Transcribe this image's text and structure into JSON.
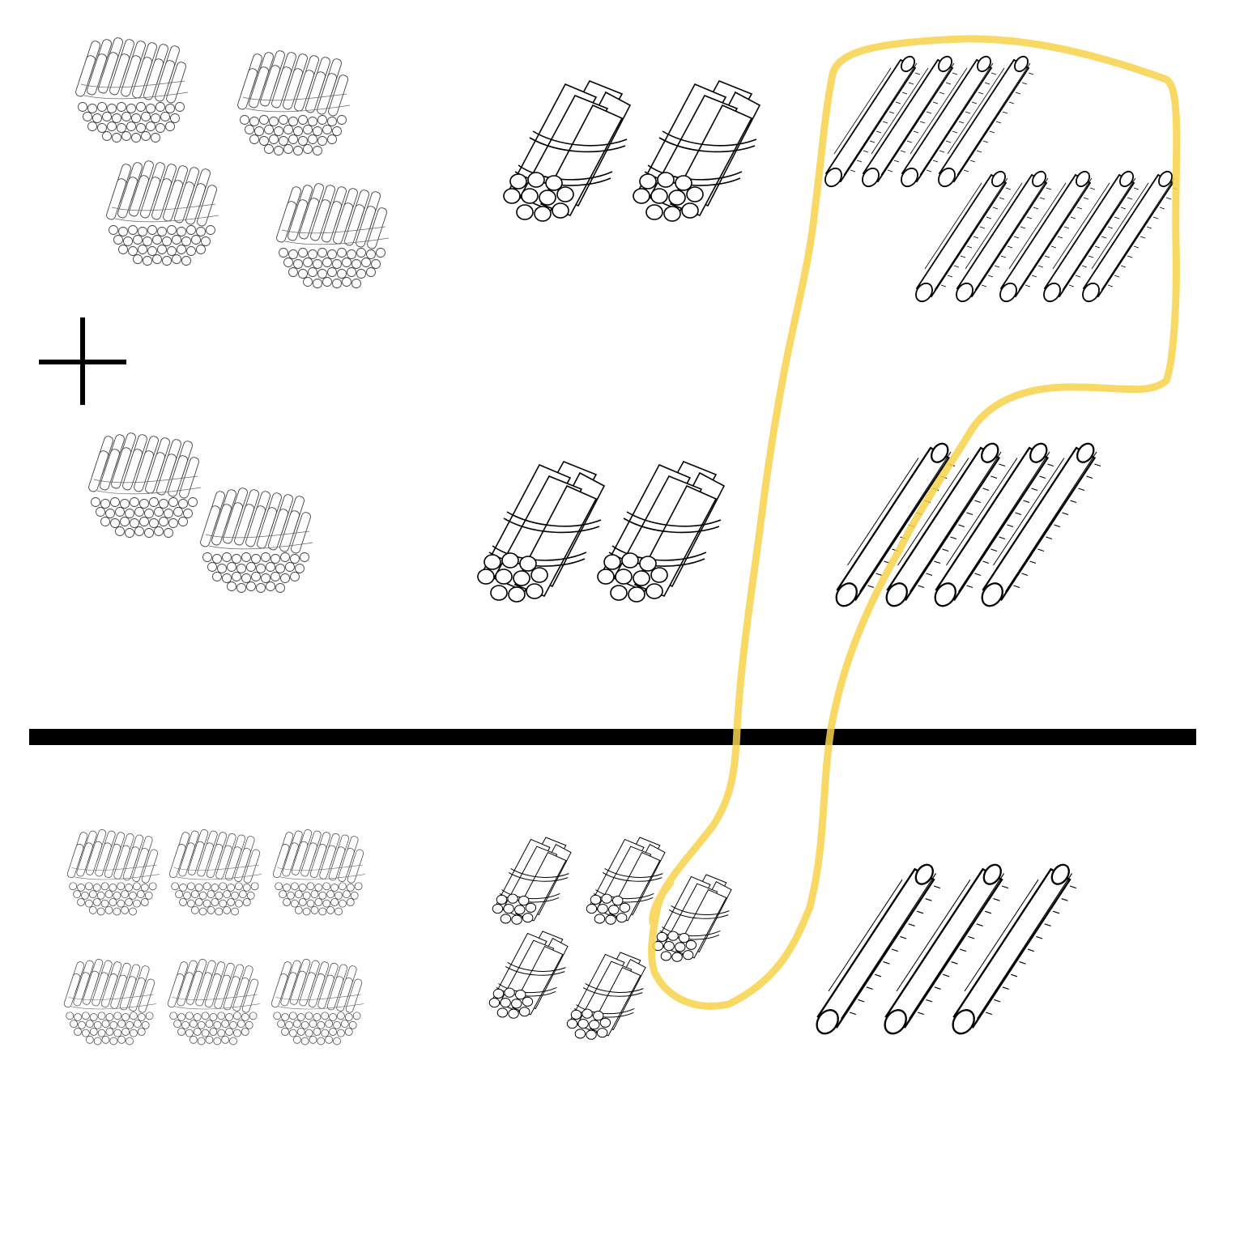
{
  "problem": {
    "operation": "addition",
    "addend_top": {
      "hundreds": 4,
      "tens": 2,
      "ones": 9
    },
    "addend_bottom": {
      "hundreds": 2,
      "tens": 2,
      "ones": 4
    },
    "sum": {
      "hundreds": 6,
      "tens": 5,
      "ones": 3
    }
  },
  "regrouping": {
    "ones_grouped": 10,
    "tens_created": 1,
    "highlight_color": "#f7d24a"
  },
  "colors": {
    "ink": "#000000",
    "paper": "#ffffff",
    "bundle_ink": "#333333"
  },
  "icons": {
    "hundred": "hundred-bundle-icon",
    "ten": "ten-bundle-icon",
    "one": "single-stick-icon",
    "plus": "plus-icon"
  }
}
